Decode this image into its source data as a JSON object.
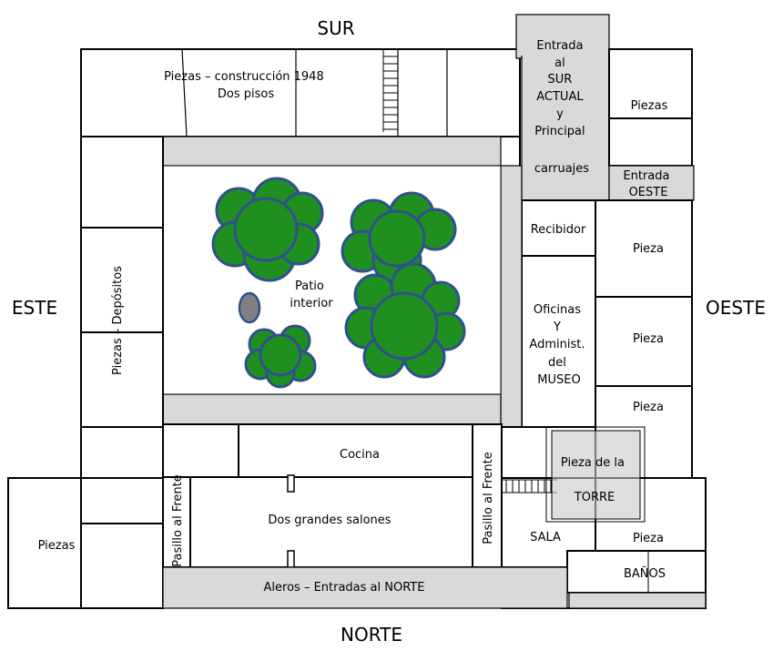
{
  "directions": {
    "south": "SUR",
    "north": "NORTE",
    "east": "ESTE",
    "west": "OESTE"
  },
  "rooms": {
    "construction_1948": [
      "Piezas – construcción 1948",
      "Dos pisos"
    ],
    "south_entrance": [
      "Entrada",
      "al",
      "SUR",
      "ACTUAL",
      "y",
      "Principal",
      "",
      "carruajes"
    ],
    "piezas_top_right": "Piezas",
    "west_entrance": [
      "Entrada",
      "OESTE"
    ],
    "recibidor": "Recibidor",
    "pieza_1": "Pieza",
    "pieza_2": "Pieza",
    "pieza_3": "Pieza",
    "pieza_4": "Pieza",
    "offices": [
      "Oficinas",
      "Y",
      "Administ.",
      "del",
      "MUSEO"
    ],
    "patio": [
      "Patio",
      "interior"
    ],
    "depositos": "Piezas – Depósitos",
    "cocina": "Cocina",
    "tower": [
      "Pieza de la",
      "TORRE"
    ],
    "salones": "Dos grandes salones",
    "pasillo_left": "Pasillo al Frente",
    "pasillo_right": "Pasillo al Frente",
    "sala": "SALA",
    "banos": "BAÑOS",
    "piezas_left": "Piezas",
    "aleros": "Aleros – Entradas al NORTE"
  },
  "colors": {
    "corridor_gray": "#d9d9d9",
    "tree_green": "#1f8f1f",
    "tree_outline": "#2f4f8f",
    "fountain": "#808080"
  }
}
